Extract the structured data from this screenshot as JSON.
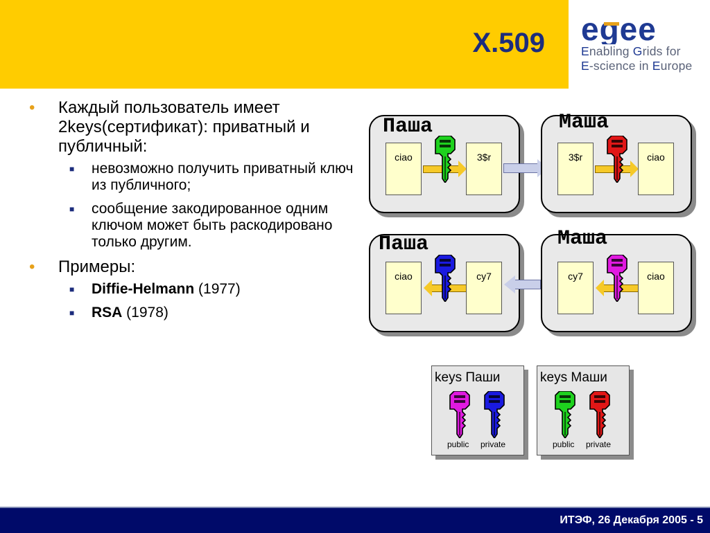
{
  "slide": {
    "title": "X.509",
    "footer": "ИТЭФ, 26 Декабря 2005  - 5"
  },
  "logo": {
    "mark": "egee",
    "line1_a": "E",
    "line1_b": "nabling ",
    "line1_c": "G",
    "line1_d": "rids for",
    "line2_a": "E",
    "line2_b": "-science in ",
    "line2_c": "E",
    "line2_d": "urope"
  },
  "bullets": {
    "b1": "Каждый пользователь имеет 2keys(сертификат): приватный и публичный:",
    "b1_1": "невозможно получить приватный ключ из публичного;",
    "b1_2": "сообщение закодированное одним ключом может быть раскодировано только другим.",
    "b2": "Примеры:",
    "b2_1_bold": "Diffie-Helmann",
    "b2_1_rest": " (1977)",
    "b2_2_bold": "RSA",
    "b2_2_rest": " (1978)"
  },
  "diagram": {
    "sender": "Паша",
    "receiver": "Маша",
    "plain": "ciao",
    "cipher1": "3$r",
    "cipher2": "cy7"
  },
  "keys": {
    "pasha_title": "keys Паши",
    "masha_title": "keys Маши",
    "public_label": "public",
    "private_label": "private"
  },
  "colors": {
    "green": "#1ed21e",
    "red": "#e11717",
    "blue": "#1a1ae0",
    "magenta": "#e01ae0"
  }
}
